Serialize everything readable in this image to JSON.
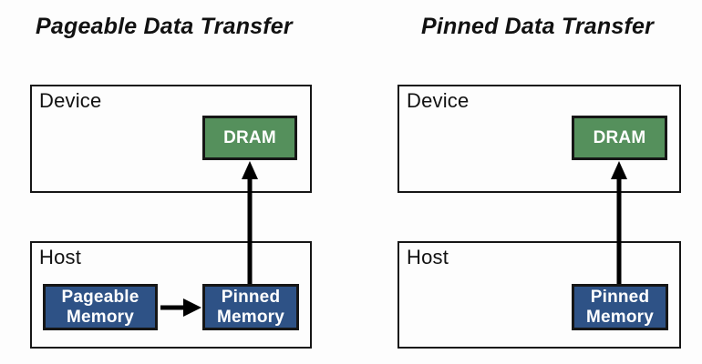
{
  "canvas": {
    "background": "#fdfdfd"
  },
  "colors": {
    "box_border": "#161616",
    "dram_fill": "#55905c",
    "memory_fill": "#2e5286",
    "memory_text": "#ffffff",
    "title_text": "#111111",
    "outer_label_text": "#111111",
    "arrow": "#000000"
  },
  "left_diagram": {
    "title": "Pageable Data Transfer",
    "device_box": {
      "label": "Device",
      "dram_box": {
        "label": "DRAM"
      }
    },
    "host_box": {
      "label": "Host",
      "pageable_memory_box": {
        "line1": "Pageable",
        "line2": "Memory"
      },
      "pinned_memory_box": {
        "line1": "Pinned",
        "line2": "Memory"
      }
    }
  },
  "right_diagram": {
    "title": "Pinned Data Transfer",
    "device_box": {
      "label": "Device",
      "dram_box": {
        "label": "DRAM"
      }
    },
    "host_box": {
      "label": "Host",
      "pinned_memory_box": {
        "line1": "Pinned",
        "line2": "Memory"
      }
    }
  }
}
